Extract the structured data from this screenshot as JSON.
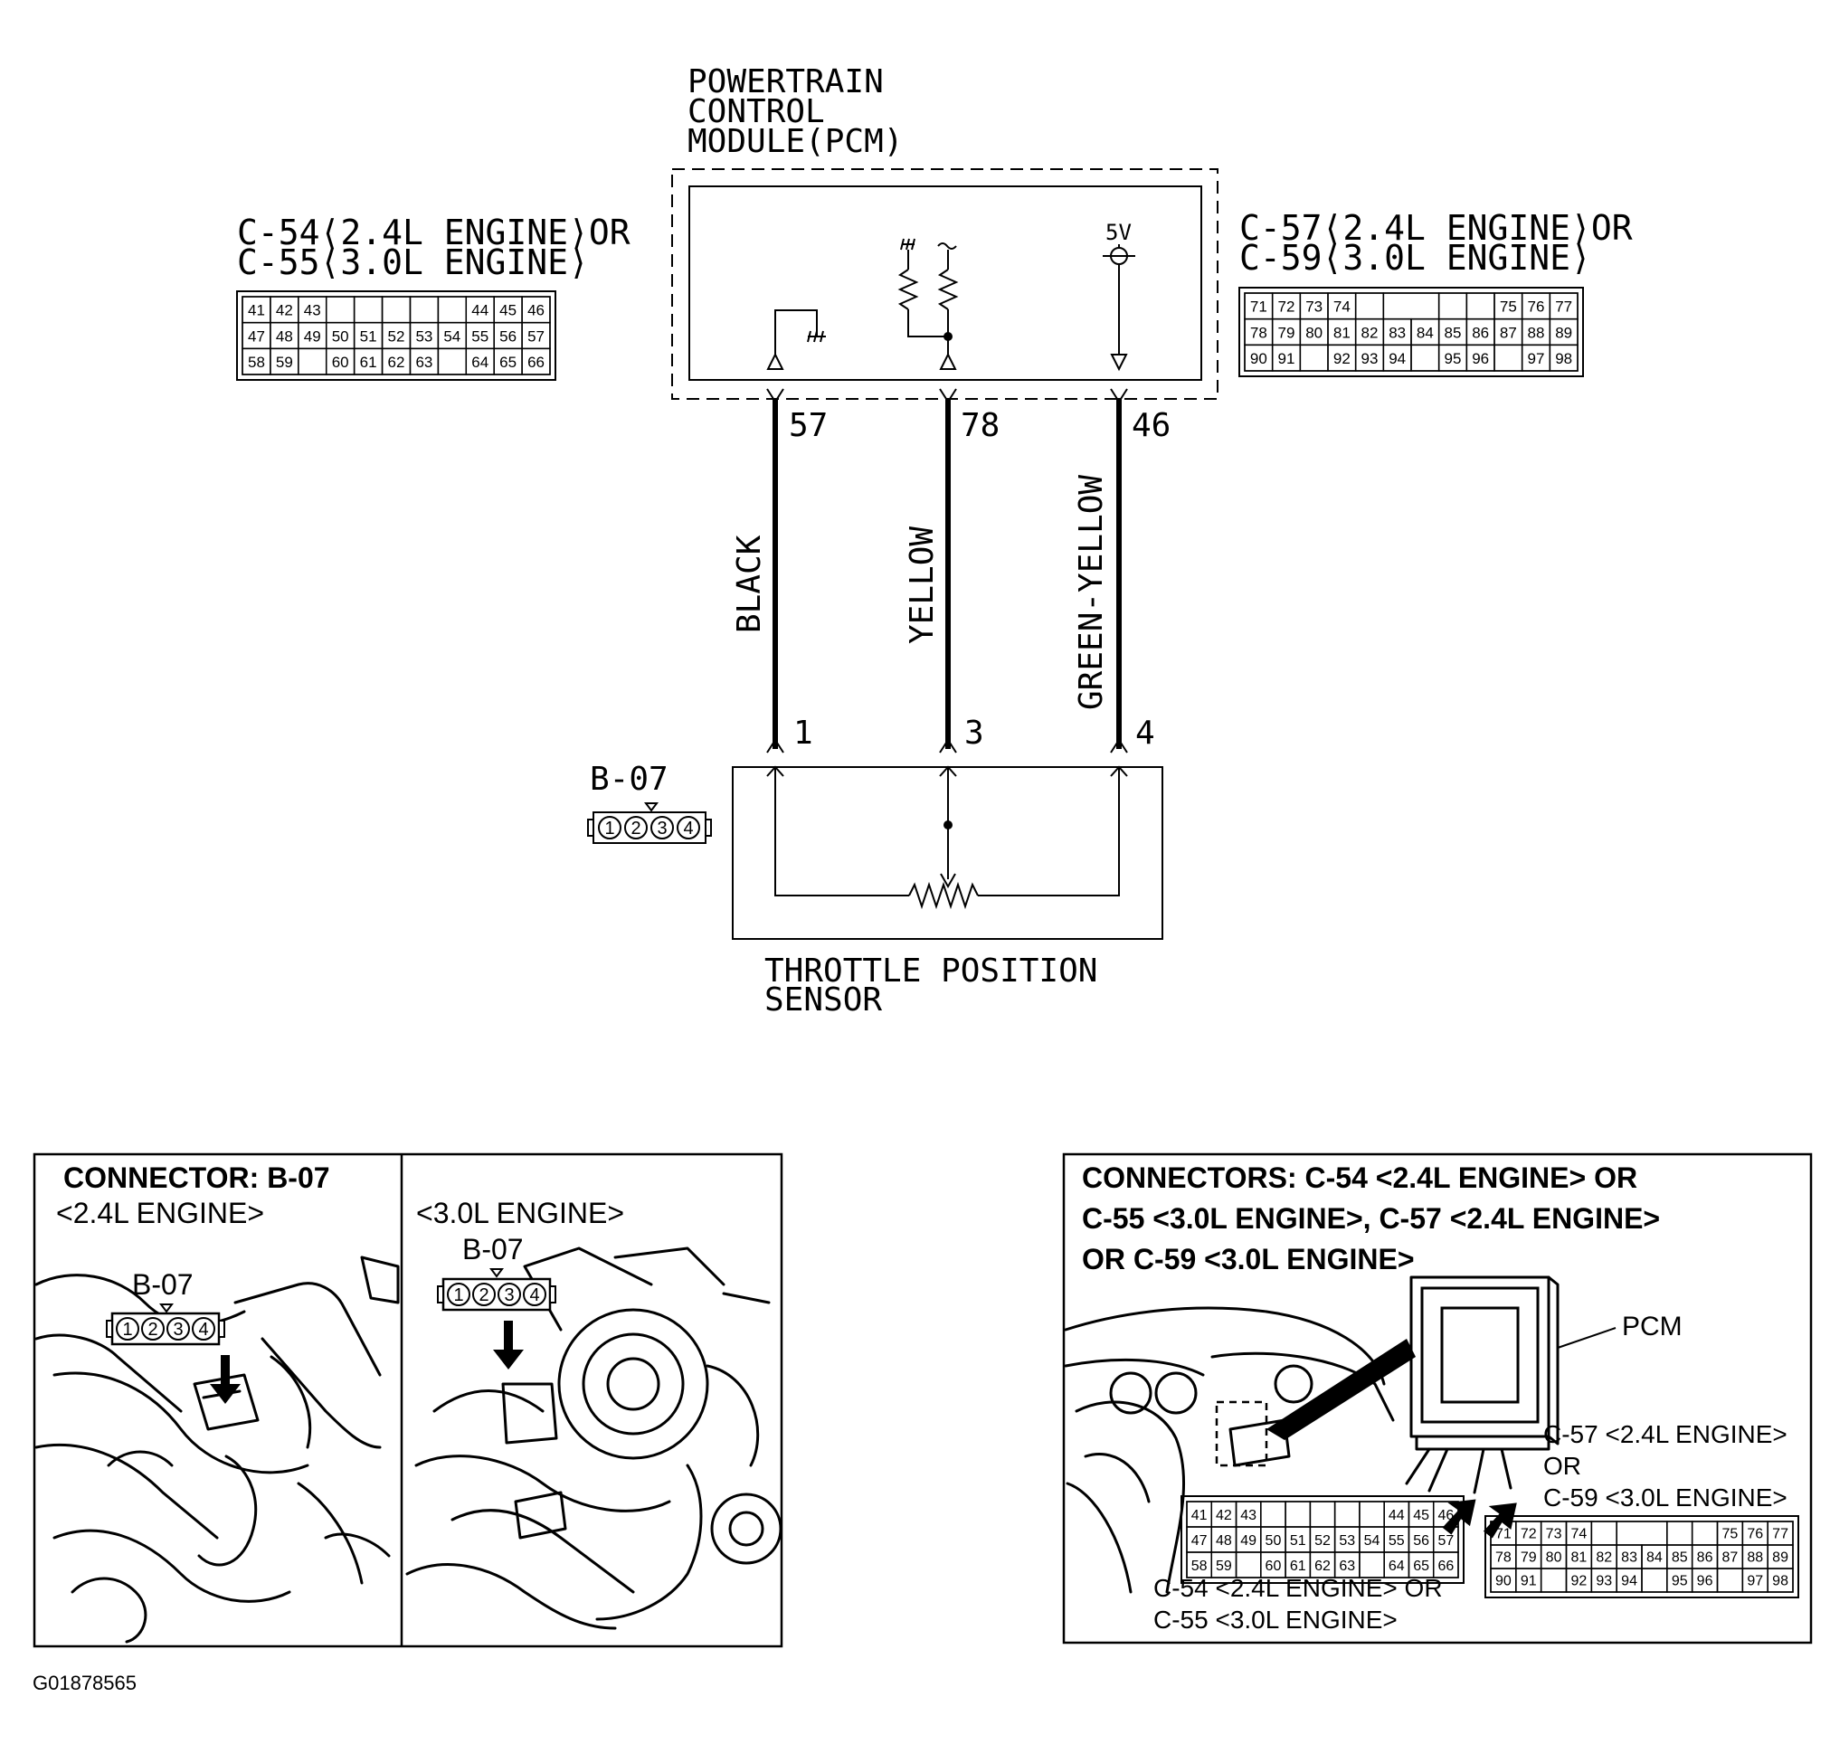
{
  "pcm": {
    "title_line1": "POWERTRAIN",
    "title_line2": "CONTROL",
    "title_line3": "MODULE(PCM)",
    "supply_label": "5V"
  },
  "connectors": {
    "left": {
      "line1": "C-54⟨2.4L ENGINE⟩OR",
      "line2": "C-55⟨3.0L ENGINE⟩",
      "rows": [
        [
          "41",
          "42",
          "43",
          "",
          "",
          "",
          "",
          "44",
          "45",
          "46"
        ],
        [
          "47",
          "48",
          "49",
          "50",
          "51",
          "52",
          "53",
          "54",
          "55",
          "56",
          "57"
        ],
        [
          "58",
          "59",
          "",
          "60",
          "61",
          "62",
          "63",
          "",
          "64",
          "65",
          "66"
        ]
      ]
    },
    "right": {
      "line1": "C-57⟨2.4L ENGINE⟩OR",
      "line2": "C-59⟨3.0L ENGINE⟩",
      "rows": [
        [
          "71",
          "72",
          "73",
          "74",
          "",
          "",
          "",
          "75",
          "76",
          "77"
        ],
        [
          "78",
          "79",
          "80",
          "81",
          "82",
          "83",
          "84",
          "85",
          "86",
          "87",
          "88",
          "89"
        ],
        [
          "90",
          "91",
          "",
          "92",
          "93",
          "94",
          "",
          "95",
          "96",
          "",
          "97",
          "98"
        ]
      ]
    }
  },
  "wires": [
    {
      "pcm_pin": "57",
      "color": "BLACK",
      "sensor_pin": "1"
    },
    {
      "pcm_pin": "78",
      "color": "YELLOW",
      "sensor_pin": "3"
    },
    {
      "pcm_pin": "46",
      "color": "GREEN-YELLOW",
      "sensor_pin": "4"
    }
  ],
  "sensor": {
    "connector_id": "B-07",
    "pins": [
      "1",
      "2",
      "3",
      "4"
    ],
    "name_line1": "THROTTLE POSITION",
    "name_line2": "SENSOR"
  },
  "panel_b07": {
    "title": "CONNECTOR: B-07",
    "engine_24": "<2.4L ENGINE>",
    "engine_30": "<3.0L ENGINE>",
    "label": "B-07",
    "pins": [
      "1",
      "2",
      "3",
      "4"
    ]
  },
  "panel_pcm": {
    "title_line1": "CONNECTORS: C-54 <2.4L ENGINE> OR",
    "title_line2": "C-55 <3.0L ENGINE>, C-57 <2.4L ENGINE>",
    "title_line3": "OR C-59 <3.0L ENGINE>",
    "pcm_label": "PCM",
    "right_conn_line1": "C-57 <2.4L ENGINE>",
    "right_conn_line2": "OR",
    "right_conn_line3": "C-59 <3.0L ENGINE>",
    "left_conn_line1": "C-54 <2.4L ENGINE> OR",
    "left_conn_line2": "C-55 <3.0L ENGINE>"
  },
  "figure_id": "G01878565"
}
